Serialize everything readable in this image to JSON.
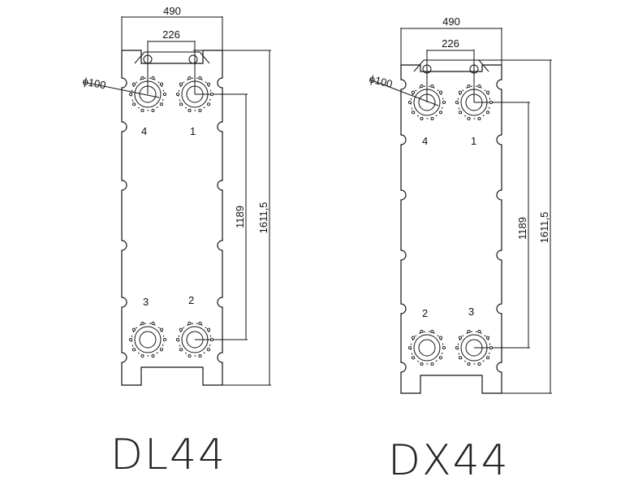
{
  "drawings": [
    {
      "model": "DL44",
      "dimensions": {
        "overall_width": "490",
        "port_spacing": "226",
        "port_diameter": "ϕ100",
        "port_height": "1189",
        "total_height": "1611,5"
      },
      "port_labels": {
        "top_left": "4",
        "top_right": "1",
        "bottom_left": "3",
        "bottom_right": "2"
      }
    },
    {
      "model": "DX44",
      "dimensions": {
        "overall_width": "490",
        "port_spacing": "226",
        "port_diameter": "ϕ100",
        "port_height": "1189",
        "total_height": "1611,5"
      },
      "port_labels": {
        "top_left": "4",
        "top_right": "1",
        "bottom_left": "2",
        "bottom_right": "3"
      }
    }
  ]
}
